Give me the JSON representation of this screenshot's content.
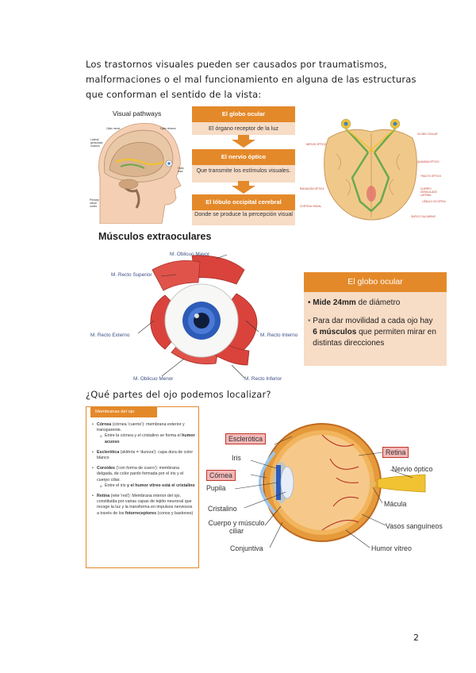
{
  "intro_text": "Los trastornos visuales pueden ser causados por traumatismos, malformaciones o el mal funcionamiento en alguna de las estructuras que conforman el sentido de la vista:",
  "visual_pathways": {
    "title": "Visual pathways",
    "labels": [
      "Optic nerve",
      "Optic chiasm",
      "Lateral geniculate nucleus",
      "Optic tract",
      "Primary visual cortex",
      "Eye"
    ]
  },
  "flow": [
    {
      "title": "El globo ocular",
      "desc": "El órgano receptor de la luz"
    },
    {
      "title": "El nervio óptico",
      "desc": "Que transmite los estímulos visuales."
    },
    {
      "title": "El lóbulo occipital cerebral",
      "desc": "Donde se produce la percepción visual"
    }
  ],
  "brain_labels": [
    "GLOBO OCULAR",
    "NERVIO ÓPTICO",
    "QUIASMA ÓPTICO",
    "TRACTO ÓPTICO",
    "RADIACIÓN ÓPTICA",
    "CUERPO GENICULADO LATERAL",
    "LÓBULO OCCIPITAL",
    "CORTEZA VISUAL",
    "SURCO CALCARINO"
  ],
  "muscles": {
    "title": "Músculos extraoculares",
    "labels": {
      "oblicuo_mayor": "M. Oblicuo Mayor",
      "recto_superior": "M. Recto Superior",
      "recto_externo": "M. Recto Externo",
      "recto_interno": "M. Recto Interno",
      "oblicuo_menor": "M. Oblicuo Menor",
      "recto_inferior": "M. Recto Inferior"
    }
  },
  "globo_box": {
    "title": "El globo ocular",
    "b1_strong": "Mide 24mm",
    "b1_rest": " de diámetro",
    "b2_pre": "Para dar movilidad a cada ojo hay ",
    "b2_strong": "6 músculos",
    "b2_post": " que permiten mirar en distintas direcciones"
  },
  "question": "¿Qué partes del ojo podemos localizar?",
  "membranes": {
    "title": "Membranas del ojo",
    "cornea_name": "Córnea",
    "cornea_desc": " (córnea 'cuerno'): membrana exterior y transparente.",
    "cornea_sub_pre": "Entre la córnea y el cristalino se forma el ",
    "cornea_sub_strong": "humor acuoso",
    "esclerotica_name": "Esclerótica",
    "esclerotica_desc": " (sklērós = 'dureza'): capa dura de color blanco",
    "coroides_name": "Coroides",
    "coroides_desc": " ('con forma de cuero'): membrana delgada, de color pardo formada por el iris y el cuerpo ciliar.",
    "coroides_sub_pre": "Entre el iris ",
    "coroides_sub_strong": "y el humor vítreo está el cristalino",
    "retina_name": "Retina",
    "retina_desc": " (rete 'red'): Membrana interior del ojo, constituida por varias capas de tejido neuronal que recoge la luz y la transforma en impulsos nerviosos a través de los ",
    "retina_strong": "fotorreceptores",
    "retina_post": " (conos y bastones)"
  },
  "eye_labels": {
    "esclerotica": "Esclerótica",
    "iris": "Iris",
    "cornea": "Córnea",
    "pupila": "Pupila",
    "cristalino": "Cristalino",
    "cuerpo_ciliar": "Cuerpo y músculo ciliar",
    "conjuntiva": "Conjuntiva",
    "retina": "Retina",
    "nervio_optico": "Nervio óptico",
    "macula": "Mácula",
    "vasos": "Vasos sanguíneos",
    "humor_vitreo": "Humor vítreo"
  },
  "page_number": "2",
  "colors": {
    "accent": "#e4892a",
    "accent_light": "#f7dcc6",
    "muscle": "#d9433c",
    "iris": "#2d5bb8",
    "label_pink": "#f3b8b8"
  }
}
